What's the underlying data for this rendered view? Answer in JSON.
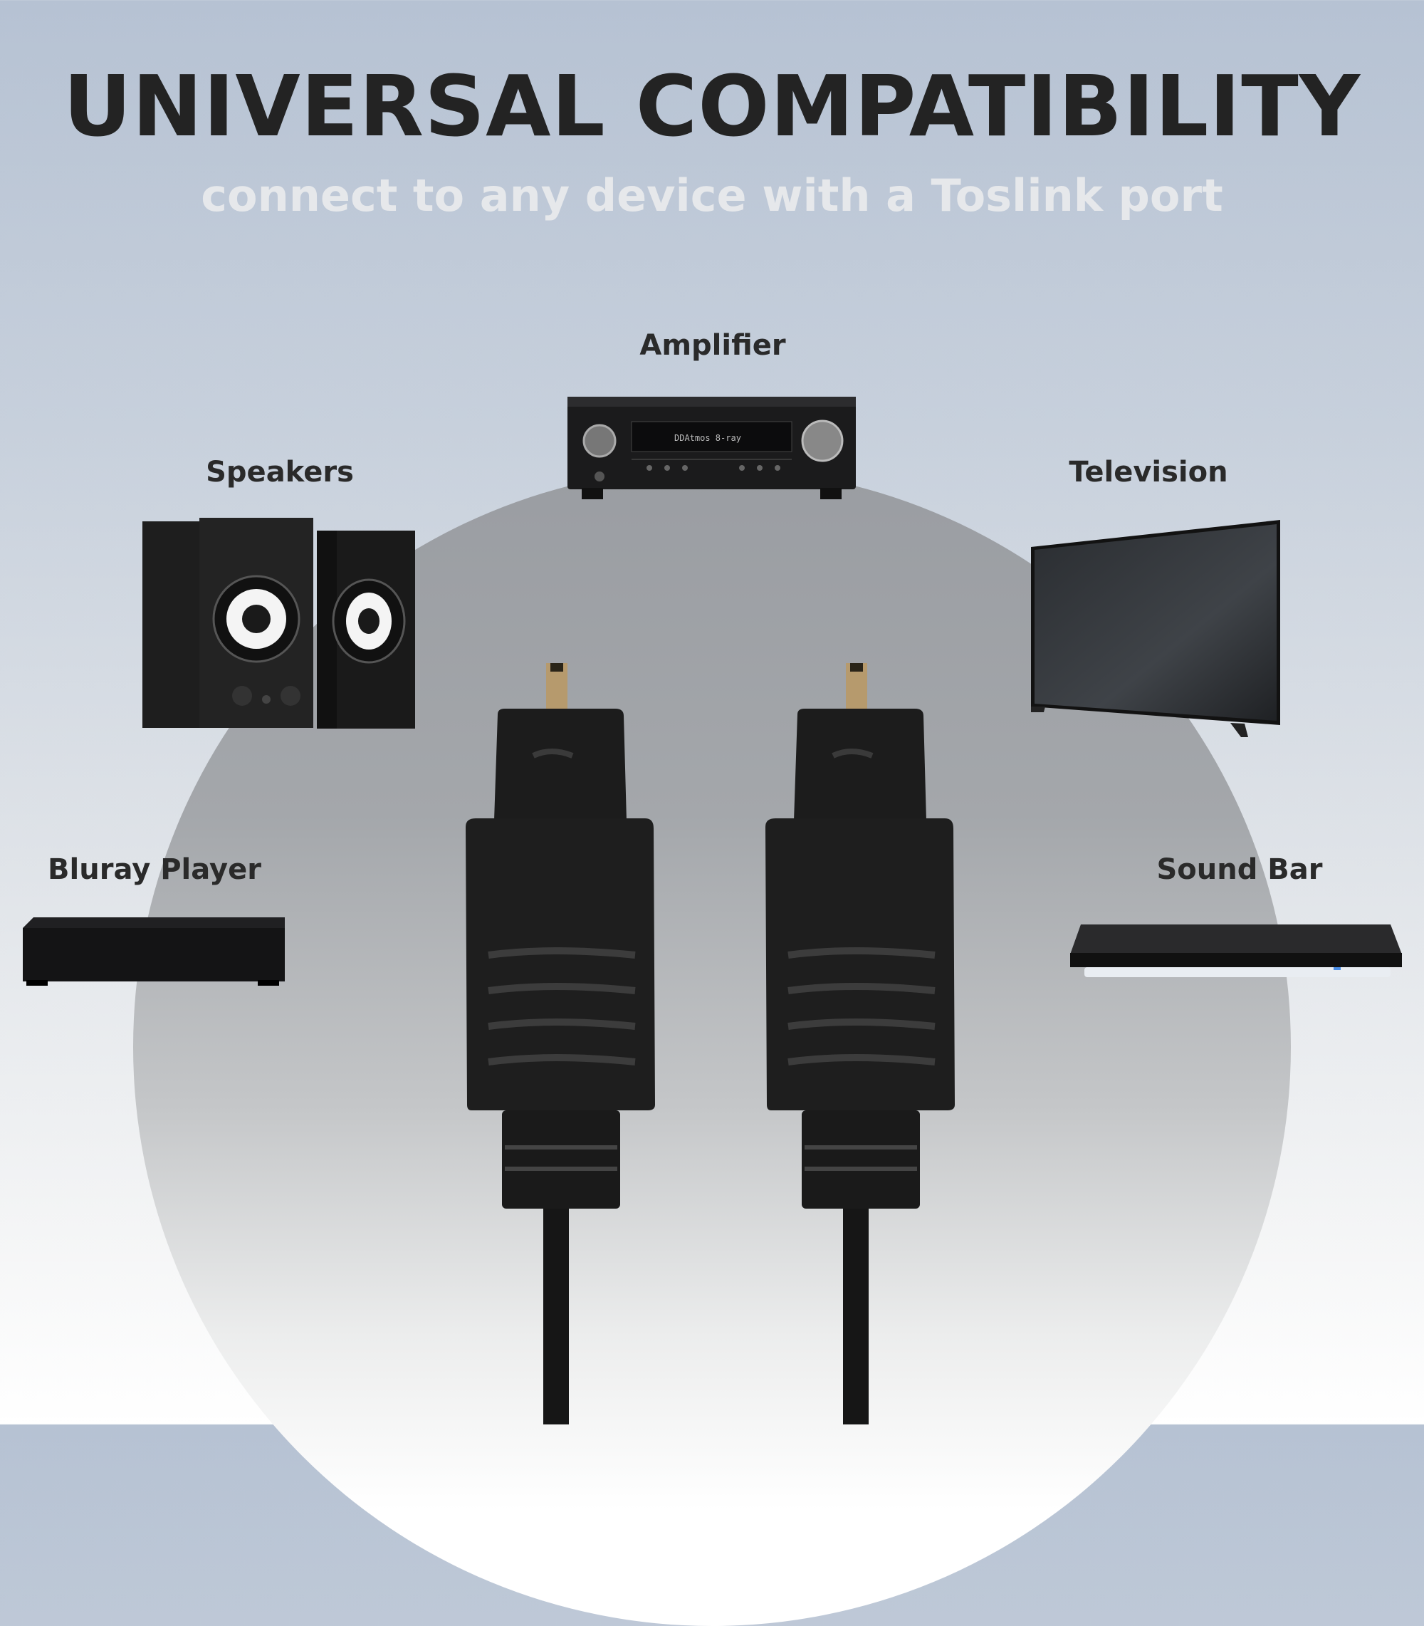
{
  "header": {
    "title": "UNIVERSAL COMPATIBILITY",
    "subtitle": "connect to any device with a Toslink port"
  },
  "devices": [
    {
      "label": "Amplifier",
      "icon": "amplifier-icon",
      "screen_text": "DDAtmos  8-ray"
    },
    {
      "label": "Speakers",
      "icon": "speakers-icon"
    },
    {
      "label": "Television",
      "icon": "television-icon"
    },
    {
      "label": "Bluray Player",
      "icon": "bluray-player-icon"
    },
    {
      "label": "Sound Bar",
      "icon": "sound-bar-icon"
    }
  ],
  "product": {
    "icon": "toslink-connector-icon"
  }
}
